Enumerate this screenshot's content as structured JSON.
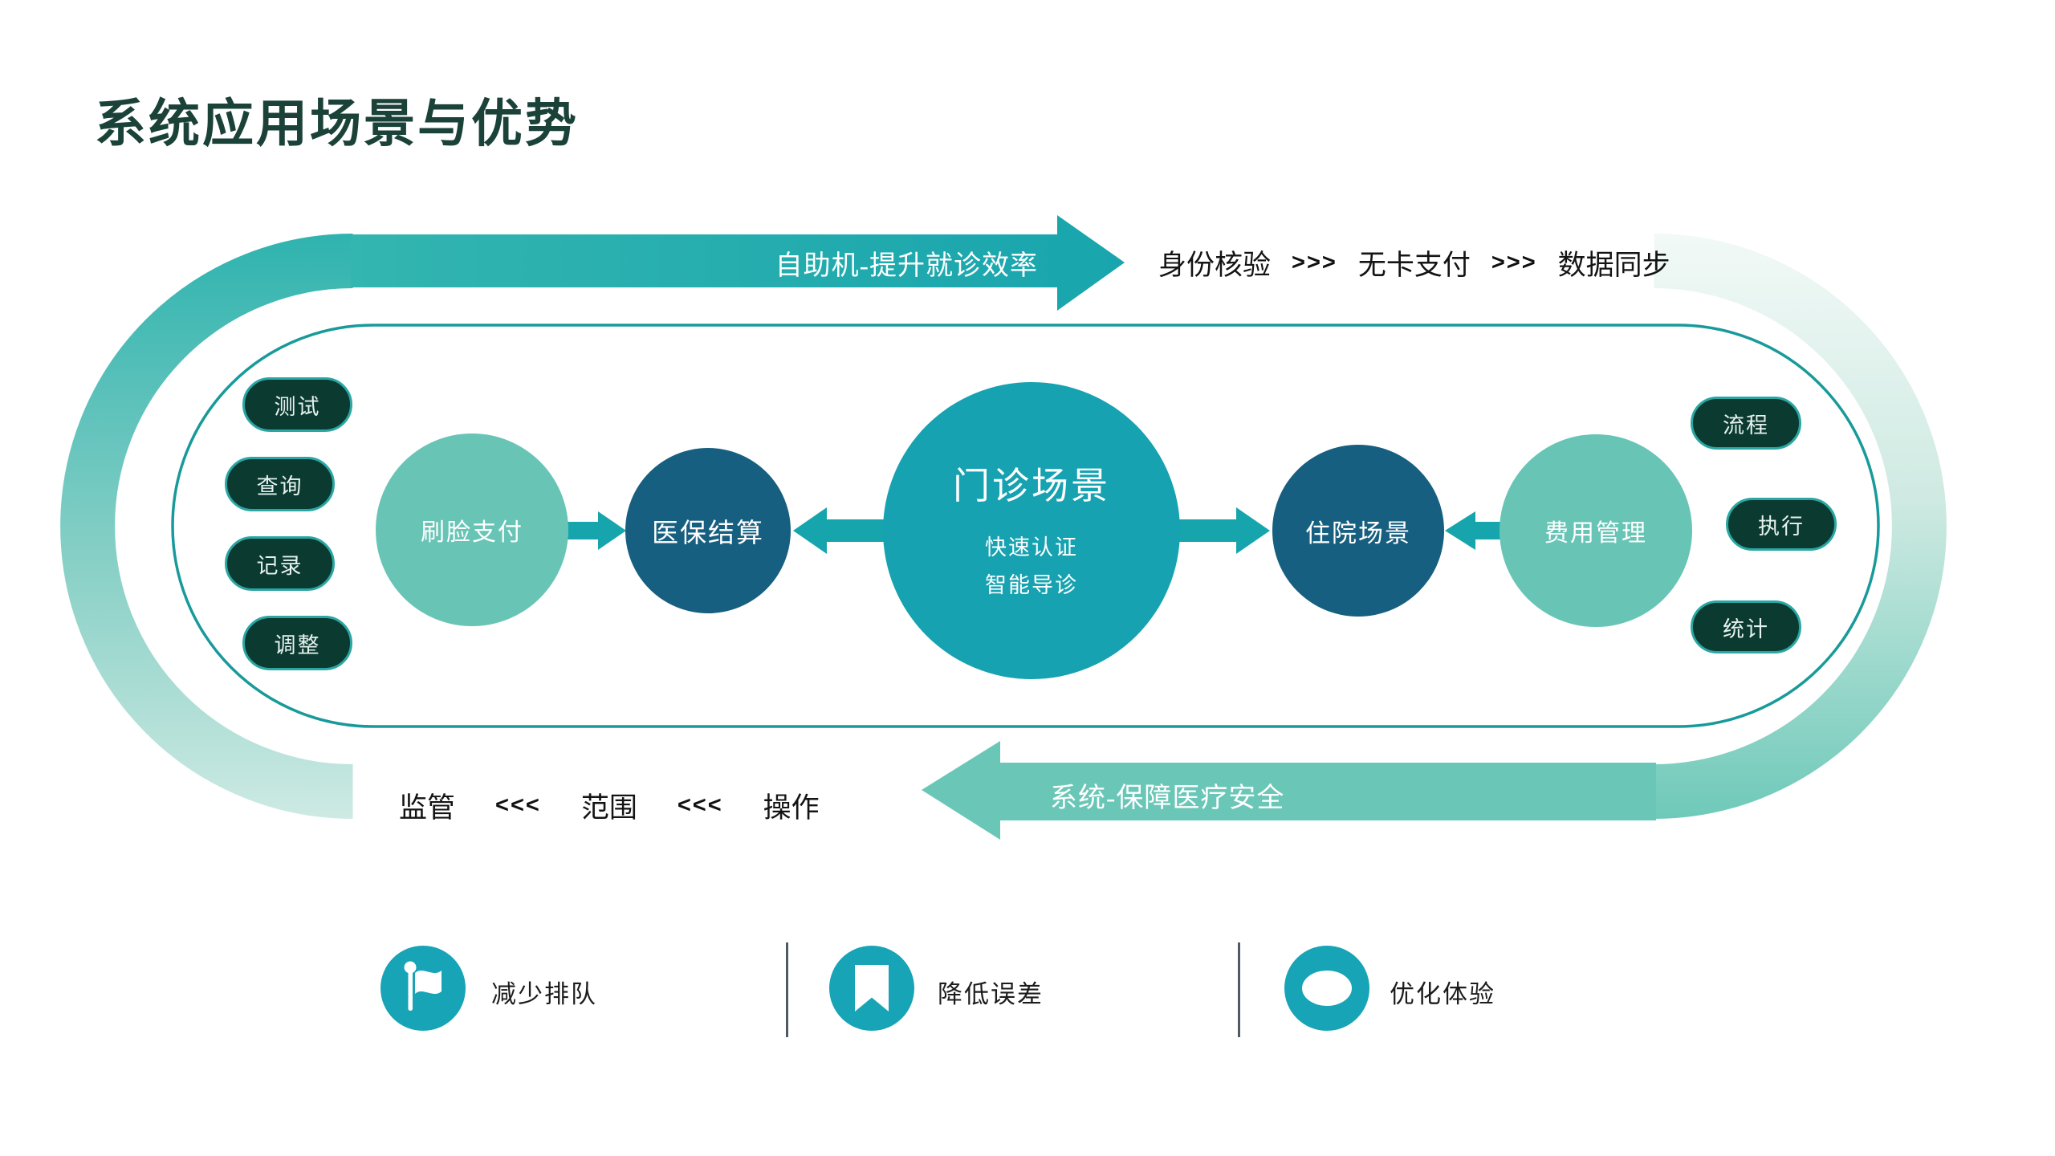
{
  "title": "系统应用场景与优势",
  "top_flow": {
    "arrow_label": "自助机-提升就诊效率",
    "separator": ">>>",
    "steps": [
      "身份核验",
      "无卡支付",
      "数据同步"
    ]
  },
  "bottom_flow": {
    "arrow_label": "系统-保障医疗安全",
    "separator": "<<<",
    "steps": [
      "监管",
      "范围",
      "操作"
    ]
  },
  "left_pills": [
    "测试",
    "查询",
    "记录",
    "调整"
  ],
  "right_pills": [
    "流程",
    "执行",
    "统计"
  ],
  "scenario_chain": {
    "nodes": [
      {
        "label": "刷脸支付",
        "type": "light"
      },
      {
        "label": "医保结算",
        "type": "dark"
      },
      {
        "label": "门诊场景",
        "type": "primary",
        "sub": [
          "快速认证",
          "智能导诊"
        ]
      },
      {
        "label": "住院场景",
        "type": "dark"
      },
      {
        "label": "费用管理",
        "type": "light"
      }
    ]
  },
  "benefits": [
    {
      "icon": "flag-icon",
      "label": "减少排队"
    },
    {
      "icon": "bookmark-icon",
      "label": "降低误差"
    },
    {
      "icon": "ring-icon",
      "label": "优化体验"
    }
  ],
  "colors": {
    "title": "#1b4239",
    "top_arrow": "#1aa6ae",
    "bottom_arrow": "#6ac7b7",
    "ring_teal": "#2fb3af",
    "ring_fade": "#cdeae3",
    "inner_outline": "#199a9a",
    "node_light": "#68c5b6",
    "node_dark": "#175f80",
    "node_primary": "#16a2b0",
    "pill_fill": "#0b3a31",
    "pill_border": "#2aa7a3",
    "benefit_icon_bg": "#17a4b6",
    "text_black": "#141414"
  }
}
